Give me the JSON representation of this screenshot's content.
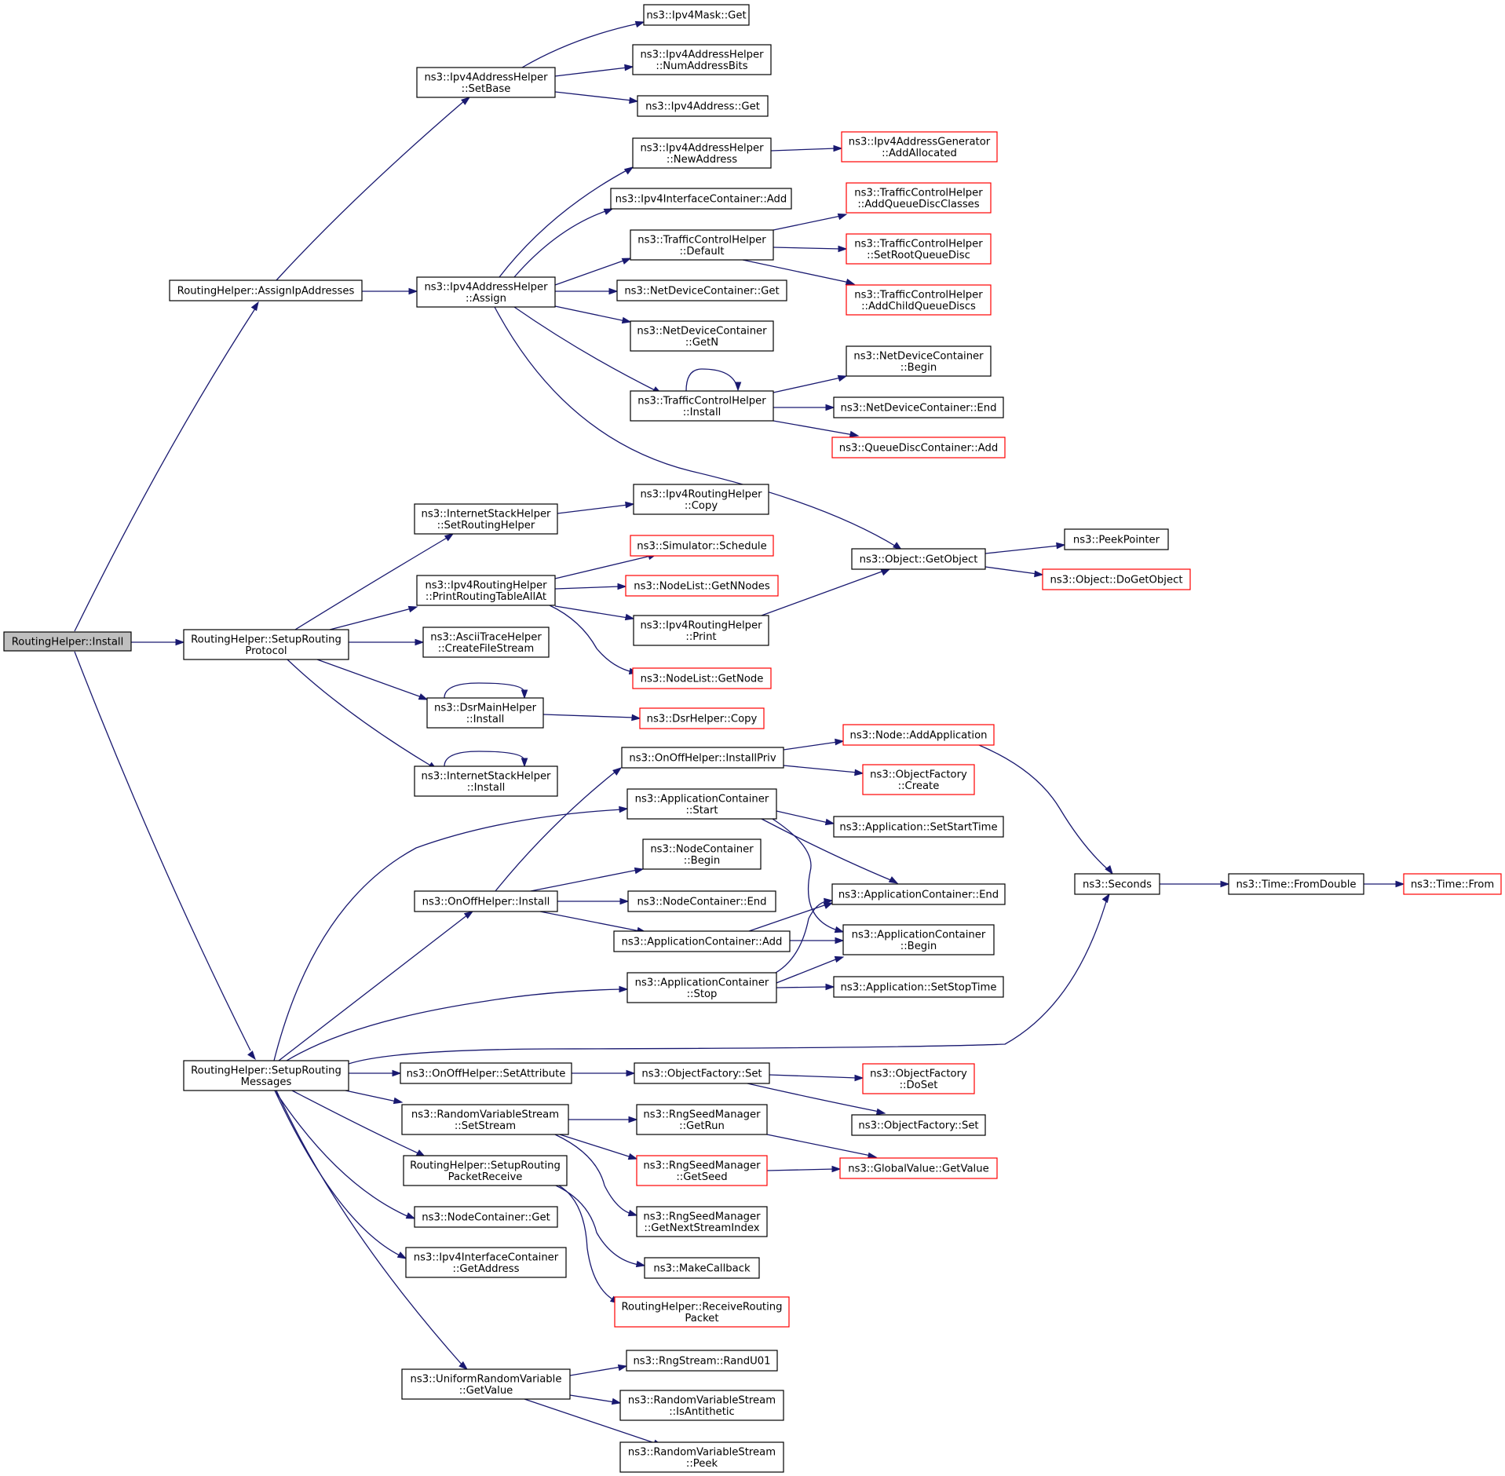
{
  "colors": {
    "edge": "#191970",
    "node_border_default": "#000000",
    "node_border_truncated": "#ff0000",
    "root_fill": "#bfbfbf",
    "node_fill": "#ffffff"
  },
  "nodes": {
    "n_install": {
      "lines": [
        "RoutingHelper::Install"
      ],
      "style": "root"
    },
    "n_assignip": {
      "lines": [
        "RoutingHelper::AssignIpAddresses"
      ],
      "style": "normal"
    },
    "n_setuproutingprot": {
      "lines": [
        "RoutingHelper::SetupRouting",
        "Protocol"
      ],
      "style": "normal"
    },
    "n_setuproutingmsg": {
      "lines": [
        "RoutingHelper::SetupRouting",
        "Messages"
      ],
      "style": "normal"
    },
    "n_ipv4ah_setbase": {
      "lines": [
        "ns3::Ipv4AddressHelper",
        "::SetBase"
      ],
      "style": "normal"
    },
    "n_ipv4ah_assign": {
      "lines": [
        "ns3::Ipv4AddressHelper",
        "::Assign"
      ],
      "style": "normal"
    },
    "n_ipv4mask_get": {
      "lines": [
        "ns3::Ipv4Mask::Get"
      ],
      "style": "normal"
    },
    "n_numaddrbits": {
      "lines": [
        "ns3::Ipv4AddressHelper",
        "::NumAddressBits"
      ],
      "style": "normal"
    },
    "n_ipv4addr_get": {
      "lines": [
        "ns3::Ipv4Address::Get"
      ],
      "style": "normal"
    },
    "n_newaddress": {
      "lines": [
        "ns3::Ipv4AddressHelper",
        "::NewAddress"
      ],
      "style": "normal"
    },
    "n_addallocated": {
      "lines": [
        "ns3::Ipv4AddressGenerator",
        "::AddAllocated"
      ],
      "style": "truncated"
    },
    "n_ipv4ic_add": {
      "lines": [
        "ns3::Ipv4InterfaceContainer::Add"
      ],
      "style": "normal"
    },
    "n_tch_default": {
      "lines": [
        "ns3::TrafficControlHelper",
        "::Default"
      ],
      "style": "normal"
    },
    "n_addqdclasses": {
      "lines": [
        "ns3::TrafficControlHelper",
        "::AddQueueDiscClasses"
      ],
      "style": "truncated"
    },
    "n_setrootqd": {
      "lines": [
        "ns3::TrafficControlHelper",
        "::SetRootQueueDisc"
      ],
      "style": "truncated"
    },
    "n_addchildqds": {
      "lines": [
        "ns3::TrafficControlHelper",
        "::AddChildQueueDiscs"
      ],
      "style": "truncated"
    },
    "n_ndc_get": {
      "lines": [
        "ns3::NetDeviceContainer::Get"
      ],
      "style": "normal"
    },
    "n_ndc_getn": {
      "lines": [
        "ns3::NetDeviceContainer",
        "::GetN"
      ],
      "style": "normal"
    },
    "n_tch_install": {
      "lines": [
        "ns3::TrafficControlHelper",
        "::Install"
      ],
      "style": "normal"
    },
    "n_ndc_begin": {
      "lines": [
        "ns3::NetDeviceContainer",
        "::Begin"
      ],
      "style": "normal"
    },
    "n_ndc_end": {
      "lines": [
        "ns3::NetDeviceContainer::End"
      ],
      "style": "normal"
    },
    "n_qdc_add": {
      "lines": [
        "ns3::QueueDiscContainer::Add"
      ],
      "style": "truncated"
    },
    "n_getobject": {
      "lines": [
        "ns3::Object::GetObject"
      ],
      "style": "normal"
    },
    "n_peekpointer": {
      "lines": [
        "ns3::PeekPointer"
      ],
      "style": "normal"
    },
    "n_dogetobject": {
      "lines": [
        "ns3::Object::DoGetObject"
      ],
      "style": "truncated"
    },
    "n_ish_setrouting": {
      "lines": [
        "ns3::InternetStackHelper",
        "::SetRoutingHelper"
      ],
      "style": "normal"
    },
    "n_ipv4rh_copy": {
      "lines": [
        "ns3::Ipv4RoutingHelper",
        "::Copy"
      ],
      "style": "normal"
    },
    "n_printrtall": {
      "lines": [
        "ns3::Ipv4RoutingHelper",
        "::PrintRoutingTableAllAt"
      ],
      "style": "normal"
    },
    "n_sim_schedule": {
      "lines": [
        "ns3::Simulator::Schedule"
      ],
      "style": "truncated"
    },
    "n_nl_getnnodes": {
      "lines": [
        "ns3::NodeList::GetNNodes"
      ],
      "style": "truncated"
    },
    "n_ipv4rh_print": {
      "lines": [
        "ns3::Ipv4RoutingHelper",
        "::Print"
      ],
      "style": "normal"
    },
    "n_nl_getnode": {
      "lines": [
        "ns3::NodeList::GetNode"
      ],
      "style": "truncated"
    },
    "n_ascii_cfs": {
      "lines": [
        "ns3::AsciiTraceHelper",
        "::CreateFileStream"
      ],
      "style": "normal"
    },
    "n_dsrmain_install": {
      "lines": [
        "ns3::DsrMainHelper",
        "::Install"
      ],
      "style": "normal"
    },
    "n_dsrhelper_copy": {
      "lines": [
        "ns3::DsrHelper::Copy"
      ],
      "style": "truncated"
    },
    "n_ish_install": {
      "lines": [
        "ns3::InternetStackHelper",
        "::Install"
      ],
      "style": "normal"
    },
    "n_onoff_installpriv": {
      "lines": [
        "ns3::OnOffHelper::InstallPriv"
      ],
      "style": "normal"
    },
    "n_node_addapp": {
      "lines": [
        "ns3::Node::AddApplication"
      ],
      "style": "truncated"
    },
    "n_of_create": {
      "lines": [
        "ns3::ObjectFactory",
        "::Create"
      ],
      "style": "truncated"
    },
    "n_appc_start": {
      "lines": [
        "ns3::ApplicationContainer",
        "::Start"
      ],
      "style": "normal"
    },
    "n_app_setstart": {
      "lines": [
        "ns3::Application::SetStartTime"
      ],
      "style": "normal"
    },
    "n_nc_begin": {
      "lines": [
        "ns3::NodeContainer",
        "::Begin"
      ],
      "style": "normal"
    },
    "n_onoff_install": {
      "lines": [
        "ns3::OnOffHelper::Install"
      ],
      "style": "normal"
    },
    "n_nc_end": {
      "lines": [
        "ns3::NodeContainer::End"
      ],
      "style": "normal"
    },
    "n_appc_end": {
      "lines": [
        "ns3::ApplicationContainer::End"
      ],
      "style": "normal"
    },
    "n_appc_add": {
      "lines": [
        "ns3::ApplicationContainer::Add"
      ],
      "style": "normal"
    },
    "n_appc_begin": {
      "lines": [
        "ns3::ApplicationContainer",
        "::Begin"
      ],
      "style": "normal"
    },
    "n_appc_stop": {
      "lines": [
        "ns3::ApplicationContainer",
        "::Stop"
      ],
      "style": "normal"
    },
    "n_app_setstop": {
      "lines": [
        "ns3::Application::SetStopTime"
      ],
      "style": "normal"
    },
    "n_seconds": {
      "lines": [
        "ns3::Seconds"
      ],
      "style": "normal"
    },
    "n_time_fromdouble": {
      "lines": [
        "ns3::Time::FromDouble"
      ],
      "style": "normal"
    },
    "n_time_from": {
      "lines": [
        "ns3::Time::From"
      ],
      "style": "truncated"
    },
    "n_onoff_setattr": {
      "lines": [
        "ns3::OnOffHelper::SetAttribute"
      ],
      "style": "normal"
    },
    "n_of_set": {
      "lines": [
        "ns3::ObjectFactory::Set"
      ],
      "style": "normal"
    },
    "n_of_doset": {
      "lines": [
        "ns3::ObjectFactory",
        "::DoSet"
      ],
      "style": "truncated"
    },
    "n_of_set2": {
      "lines": [
        "ns3::ObjectFactory::Set"
      ],
      "style": "normal"
    },
    "n_rvs_setstream": {
      "lines": [
        "ns3::RandomVariableStream",
        "::SetStream"
      ],
      "style": "normal"
    },
    "n_rsm_getrun": {
      "lines": [
        "ns3::RngSeedManager",
        "::GetRun"
      ],
      "style": "normal"
    },
    "n_gv_getvalue": {
      "lines": [
        "ns3::GlobalValue::GetValue"
      ],
      "style": "truncated"
    },
    "n_rsm_getseed": {
      "lines": [
        "ns3::RngSeedManager",
        "::GetSeed"
      ],
      "style": "truncated"
    },
    "n_rsm_getnextsi": {
      "lines": [
        "ns3::RngSeedManager",
        "::GetNextStreamIndex"
      ],
      "style": "normal"
    },
    "n_setuppktrecv": {
      "lines": [
        "RoutingHelper::SetupRouting",
        "PacketReceive"
      ],
      "style": "normal"
    },
    "n_makecallback": {
      "lines": [
        "ns3::MakeCallback"
      ],
      "style": "normal"
    },
    "n_recvroutingpkt": {
      "lines": [
        "RoutingHelper::ReceiveRouting",
        "Packet"
      ],
      "style": "truncated"
    },
    "n_nc_get": {
      "lines": [
        "ns3::NodeContainer::Get"
      ],
      "style": "normal"
    },
    "n_ipv4ic_getaddr": {
      "lines": [
        "ns3::Ipv4InterfaceContainer",
        "::GetAddress"
      ],
      "style": "normal"
    },
    "n_urv_getvalue": {
      "lines": [
        "ns3::UniformRandomVariable",
        "::GetValue"
      ],
      "style": "normal"
    },
    "n_rs_randu01": {
      "lines": [
        "ns3::RngStream::RandU01"
      ],
      "style": "normal"
    },
    "n_rvs_isanti": {
      "lines": [
        "ns3::RandomVariableStream",
        "::IsAntithetic"
      ],
      "style": "normal"
    },
    "n_rvs_peek": {
      "lines": [
        "ns3::RandomVariableStream",
        "::Peek"
      ],
      "style": "normal"
    }
  }
}
